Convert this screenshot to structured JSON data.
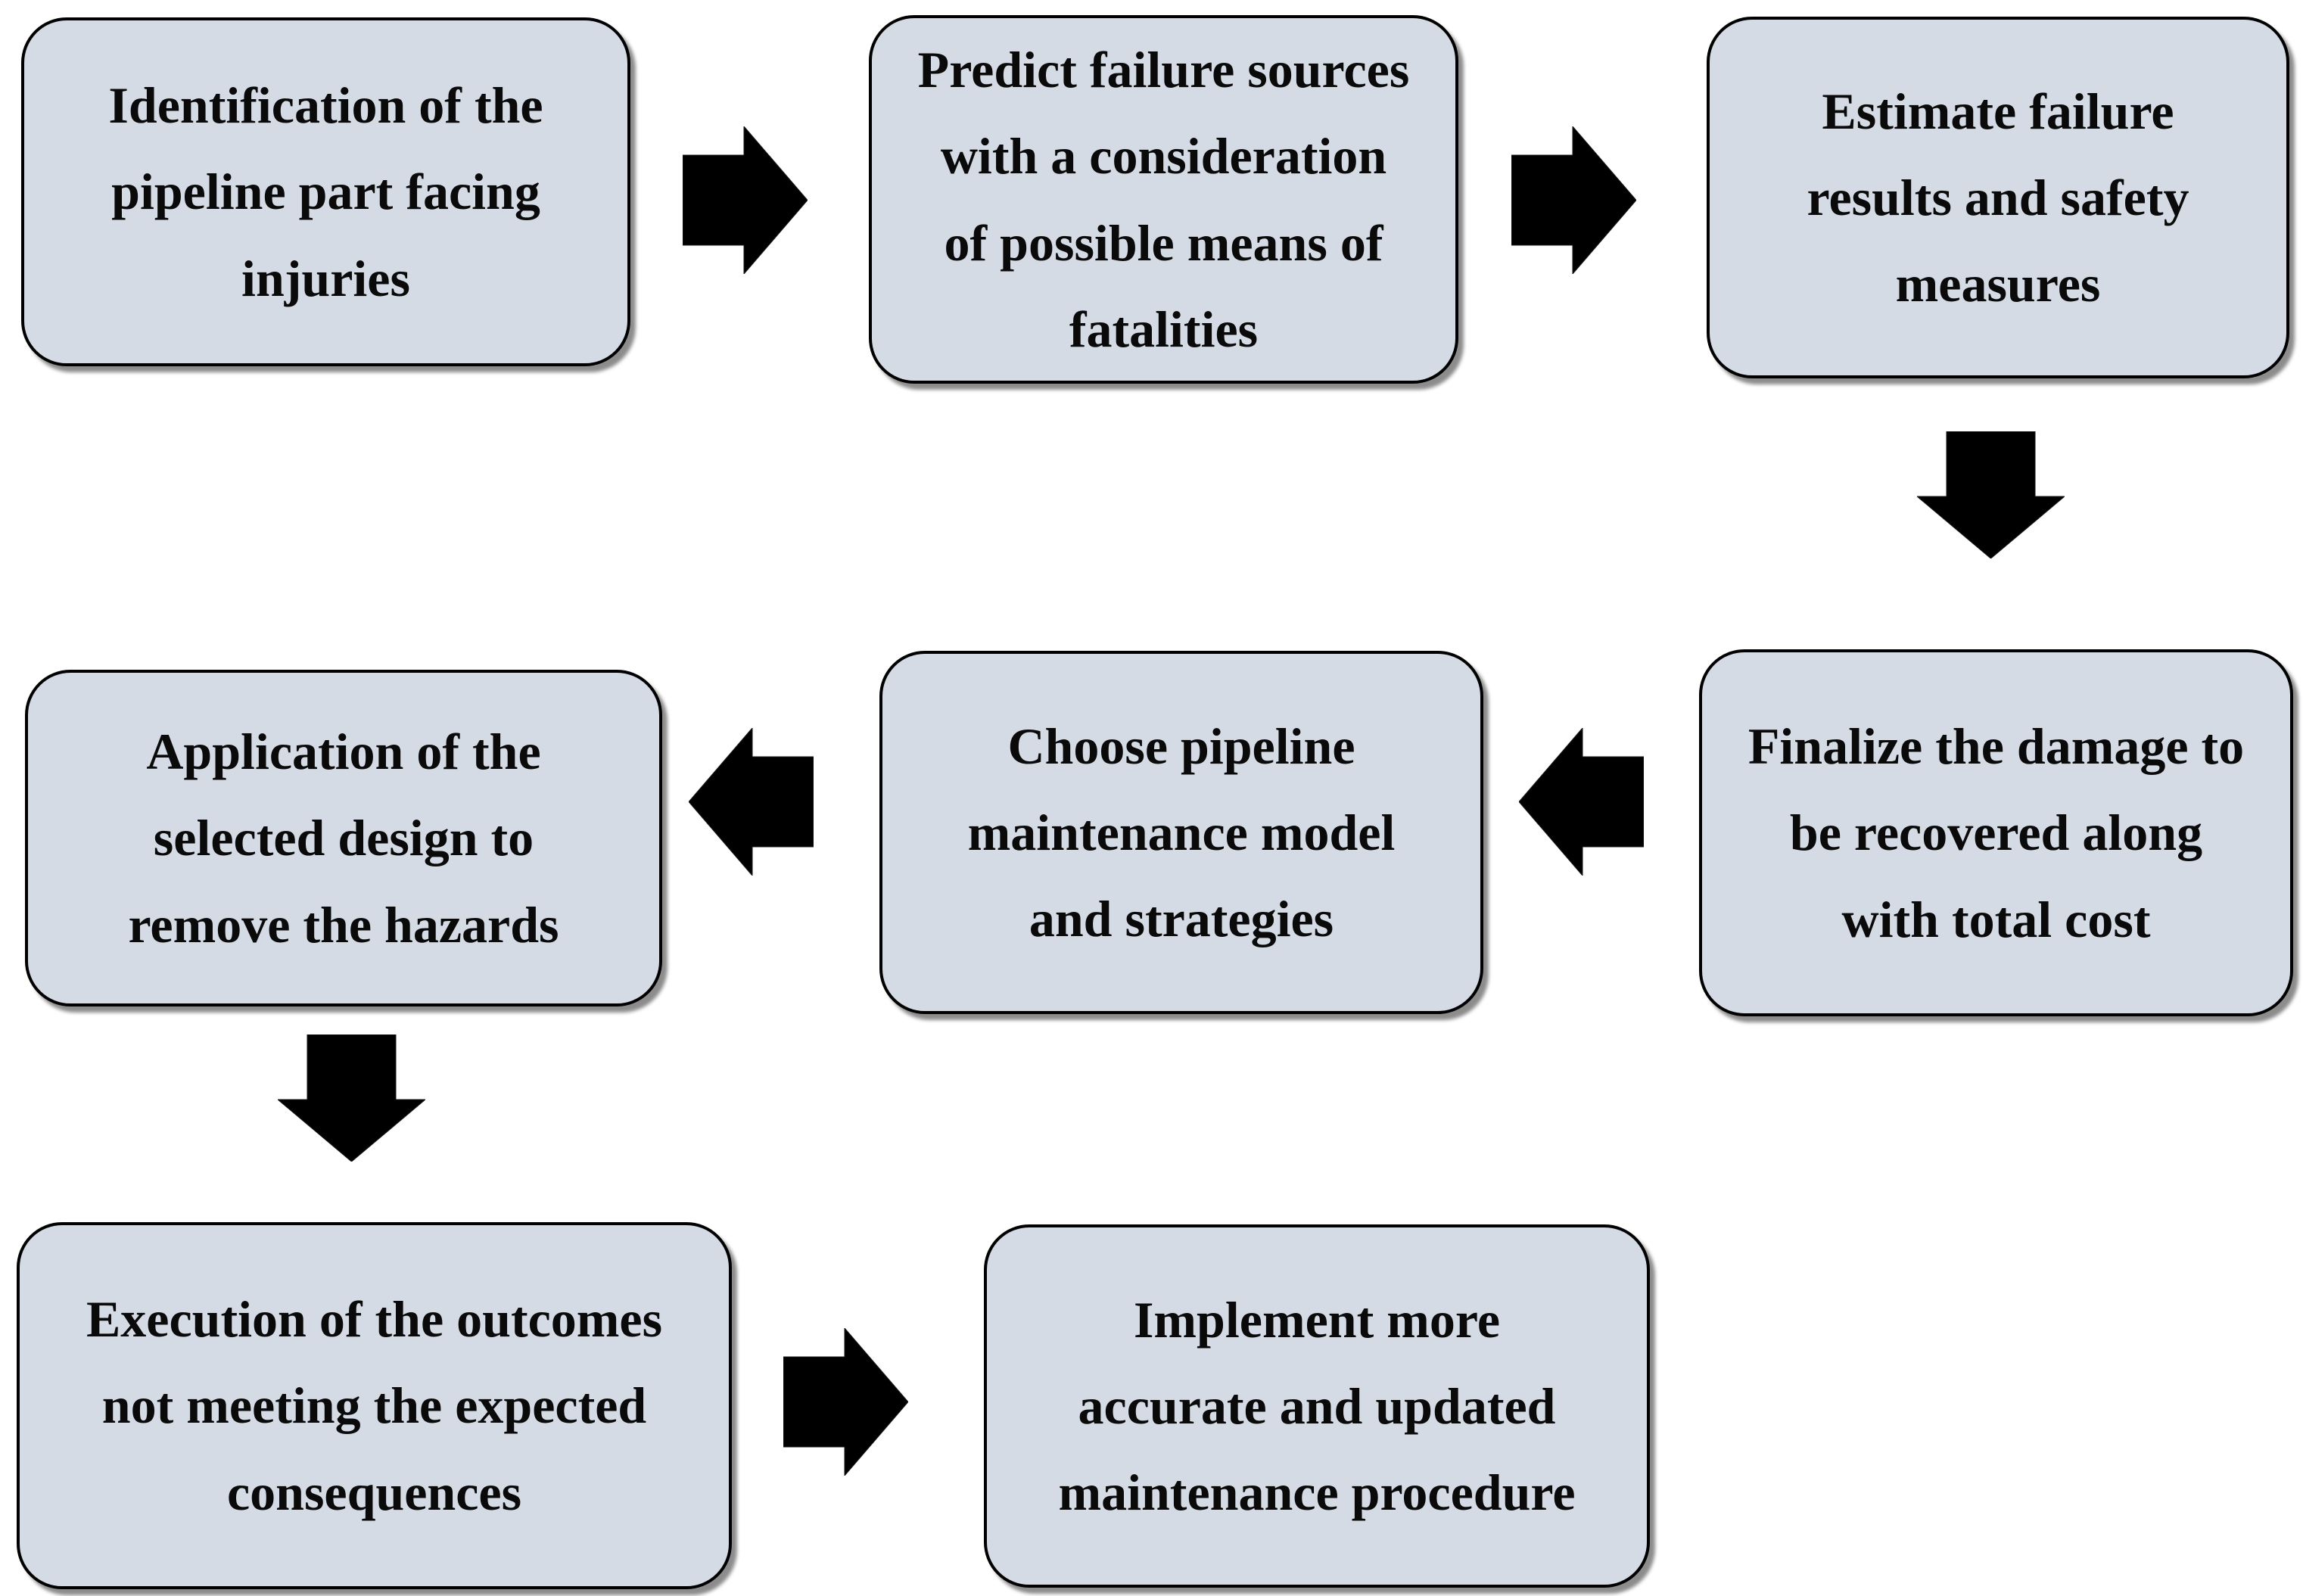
{
  "figure": {
    "type": "flowchart",
    "background_color": "#ffffff",
    "box_fill_color": "#d5dbe5",
    "box_border_color": "#000000",
    "arrow_color": "#000000",
    "text_color": "#0a0a0a",
    "steps": [
      {
        "id": 1,
        "label": "Identification of the\npipeline part facing\ninjuries"
      },
      {
        "id": 2,
        "label": "Predict failure sources\nwith a consideration\nof possible means of\nfatalities"
      },
      {
        "id": 3,
        "label": "Estimate failure\nresults and safety\nmeasures"
      },
      {
        "id": 4,
        "label": "Finalize the damage to\nbe recovered along\nwith total cost"
      },
      {
        "id": 5,
        "label": "Choose pipeline\nmaintenance model\nand strategies"
      },
      {
        "id": 6,
        "label": "Application of the\nselected design to\nremove the hazards"
      },
      {
        "id": 7,
        "label": "Execution of the outcomes\nnot meeting the expected\nconsequences"
      },
      {
        "id": 8,
        "label": "Implement more\naccurate and updated\nmaintenance procedure"
      }
    ],
    "connections": [
      {
        "from": 1,
        "to": 2,
        "direction": "right"
      },
      {
        "from": 2,
        "to": 3,
        "direction": "right"
      },
      {
        "from": 3,
        "to": 4,
        "direction": "down"
      },
      {
        "from": 4,
        "to": 5,
        "direction": "left"
      },
      {
        "from": 5,
        "to": 6,
        "direction": "left"
      },
      {
        "from": 6,
        "to": 7,
        "direction": "down"
      },
      {
        "from": 7,
        "to": 8,
        "direction": "right"
      }
    ]
  }
}
